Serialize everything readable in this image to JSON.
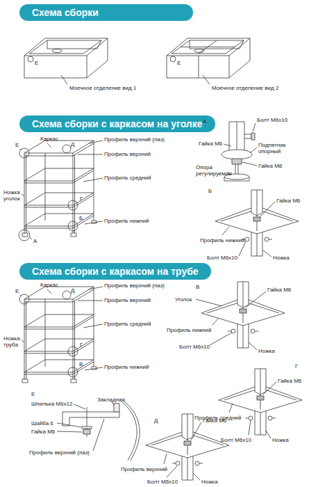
{
  "diagram": {
    "nodes": [
      {
        "text": [
          "Схема сборки"
        ]
      },
      {
        "text": [
          "Схема сборки с каркасом на уголке"
        ]
      },
      {
        "text": [
          "Схема сборки с каркасом на трубе"
        ]
      }
    ],
    "labels": [
      "Е",
      "Моечное отделение вид 1",
      "Е",
      "Моечное отделение вид 2",
      "Каркас",
      "Е",
      "Профиль верхний (паз)",
      "Д",
      "Профиль верхний",
      "Профиль средний",
      "Г",
      "Ножка",
      "уголок",
      "Б",
      "Профиль нижний",
      "А",
      "А",
      "Болт М6х10",
      "Гайка М6",
      "Подпятник опорный",
      "Опора регулируемая",
      "Гайка М8",
      "Б",
      "Гайка М6",
      "Профиль нижний",
      "Болт М6х10",
      "Ножка",
      "Каркас",
      "Е",
      "Профиль верхний (паз)",
      "Д",
      "Профиль верхний",
      "Профиль средний",
      "Г",
      "Ножка",
      "труба",
      "В",
      "Профиль нижний",
      "В",
      "Уголок",
      "Гайка М6",
      "Профиль нижний",
      "Болт М6х10",
      "Ножка",
      "Г",
      "Гайка М6",
      "Профиль средний",
      "Болт М6х10",
      "Ножка",
      "Е",
      "Шпилька М6х12",
      "Закладная",
      "Шайба 6",
      "Гайка М6",
      "Профиль верхний (паз)",
      "Д",
      "Гайка М6",
      "Профиль верхний",
      "Болт М6х10",
      "Ножка"
    ]
  }
}
